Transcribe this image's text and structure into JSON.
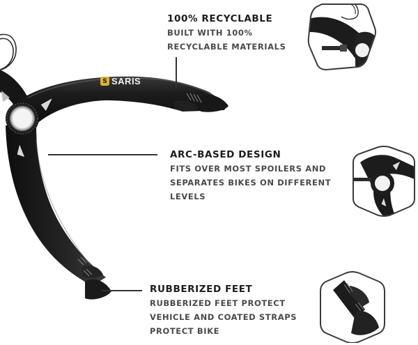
{
  "product": {
    "brand": "SARIS",
    "brand_color": "#e1b12c",
    "logo_icon": "saris-s-badge-icon",
    "logo_glyph": "S"
  },
  "features": [
    {
      "title": "100% RECYCLABLE",
      "desc_lines": [
        "BUILT WITH 100%",
        "RECYCLABLE MATERIALS"
      ],
      "thumbnail": "hub-and-strap-closeup"
    },
    {
      "title": "ARC-BASED DESIGN",
      "desc_lines": [
        "FITS OVER MOST SPOILERS AND",
        "SEPARATES BIKES ON DIFFERENT",
        "LEVELS"
      ],
      "thumbnail": "arc-hub-closeup"
    },
    {
      "title": "RUBBERIZED FEET",
      "desc_lines": [
        "RUBBERIZED FEET PROTECT",
        "VEHICLE AND COATED STRAPS",
        "PROTECT BIKE"
      ],
      "thumbnail": "rubber-foot-closeup"
    }
  ],
  "colors": {
    "text_title": "#1c1c1c",
    "text_desc": "#4a4a4a",
    "rack_body": "#1e1e1e",
    "hex_border": "#3a3a3a",
    "background": "#ffffff"
  }
}
